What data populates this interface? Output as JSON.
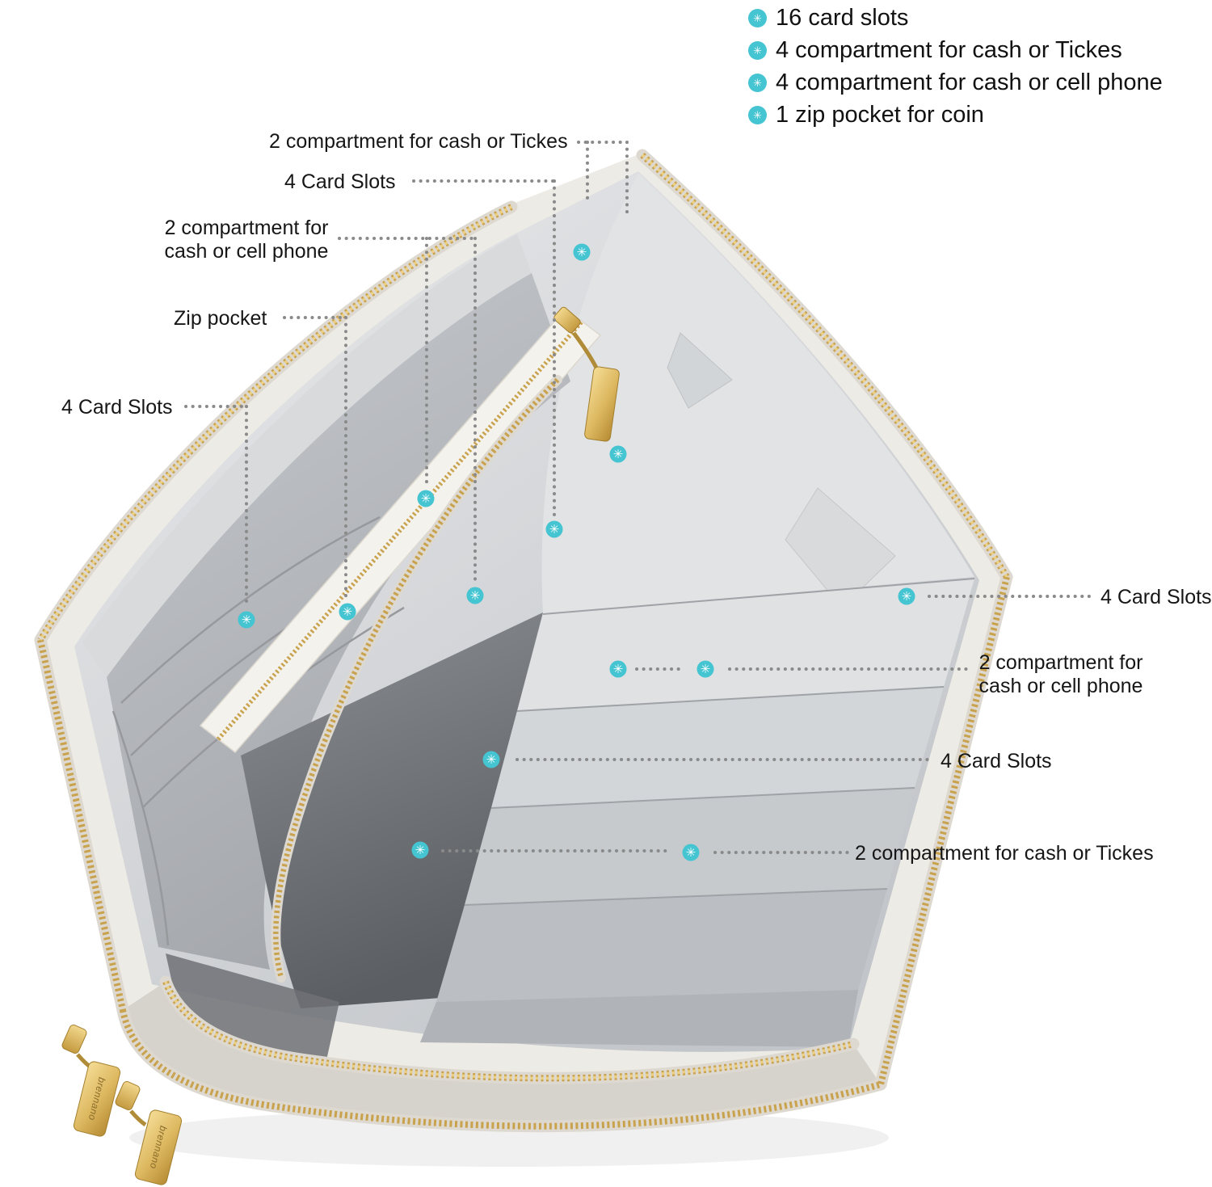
{
  "colors": {
    "accent_teal": "#45c4d1",
    "zipper_gold": "#c9a24e",
    "leather_outer": "#edebe5",
    "interior_grey": "#c9ccd0",
    "label_text": "#161616",
    "leader_grey": "#8a8a8a",
    "background": "#ffffff"
  },
  "icons": {
    "marker_glyph": "✳"
  },
  "feature_list": {
    "items": [
      {
        "label": "16 card slots"
      },
      {
        "label": "4 compartment for cash or Tickes"
      },
      {
        "label": "4 compartment for cash or cell phone"
      },
      {
        "label": "1 zip pocket for coin"
      }
    ]
  },
  "callouts": {
    "left": [
      {
        "label": "2 compartment for cash or Tickes"
      },
      {
        "label": "4 Card Slots"
      },
      {
        "line1": "2 compartment for",
        "line2": "cash or cell phone"
      },
      {
        "label": "Zip pocket"
      },
      {
        "label": "4 Card Slots"
      }
    ],
    "right": [
      {
        "label": "4 Card Slots"
      },
      {
        "line1": "2 compartment for",
        "line2": "cash or cell phone"
      },
      {
        "label": "4 Card Slots"
      },
      {
        "label": "2 compartment for cash or Tickes"
      }
    ]
  },
  "wallet": {
    "brand": "brennano"
  }
}
